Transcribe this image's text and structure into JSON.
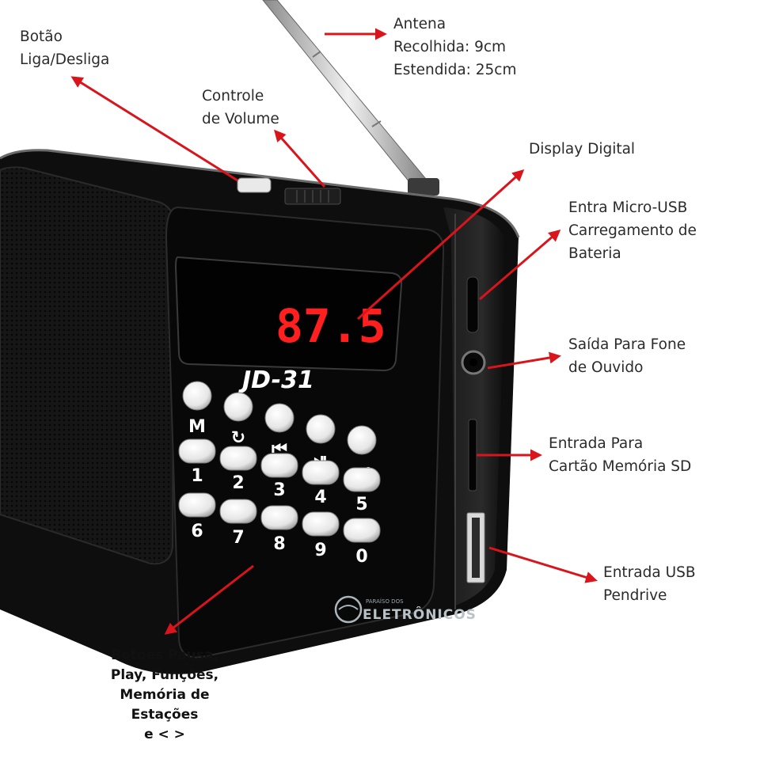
{
  "product": {
    "model": "JD-31",
    "display_reading": "87.5",
    "keypad": {
      "function_keys": [
        "M",
        "↻",
        "⏮",
        "⏯",
        "⏭"
      ],
      "digits_row1": [
        "1",
        "2",
        "3",
        "4",
        "5"
      ],
      "digits_row2": [
        "6",
        "7",
        "8",
        "9",
        "0"
      ]
    }
  },
  "watermark": {
    "small": "PARAÍSO DOS",
    "big": "ELETRÔNICOS"
  },
  "callouts": {
    "power": {
      "lines": [
        "Botão",
        "Liga/Desliga"
      ]
    },
    "volume": {
      "lines": [
        "Controle",
        "de Volume"
      ]
    },
    "antenna": {
      "lines": [
        "Antena",
        "Recolhida: 9cm",
        "Estendida:  25cm"
      ]
    },
    "display": {
      "lines": [
        "Display Digital"
      ]
    },
    "micro_usb": {
      "lines": [
        "Entra Micro-USB",
        "Carregamento de",
        "Bateria"
      ]
    },
    "headphone": {
      "lines": [
        "Saída Para Fone",
        "de Ouvido"
      ]
    },
    "sd_card": {
      "lines": [
        "Entrada Para",
        "Cartão Memória SD"
      ]
    },
    "usb": {
      "lines": [
        "Entrada USB",
        "Pendrive"
      ]
    },
    "buttons": {
      "lines": [
        "Botões Pausa,",
        "Play, Funções,",
        "Memória de",
        "Estações",
        "e < >"
      ]
    }
  },
  "colors": {
    "arrow": "#d9141b",
    "body": "#121212",
    "display_red": "#ff1f1f",
    "key_white": "#f4f4f4"
  }
}
